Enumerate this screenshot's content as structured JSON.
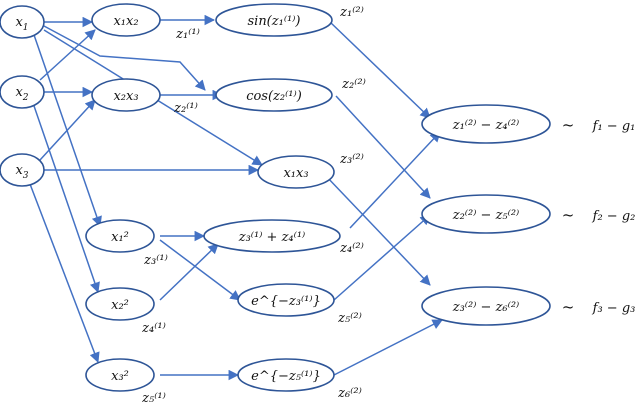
{
  "colors": {
    "node_stroke": "#2e5597",
    "edge": "#4472c4",
    "text": "#111111"
  },
  "inputs": [
    {
      "id": "x1",
      "base": "x",
      "sub": "1"
    },
    {
      "id": "x2",
      "base": "x",
      "sub": "2"
    },
    {
      "id": "x3",
      "base": "x",
      "sub": "3"
    }
  ],
  "layer1": [
    {
      "id": "x1x2",
      "text": "x₁x₂",
      "output": "z₁⁽¹⁾"
    },
    {
      "id": "x2x3",
      "text": "x₂x₃",
      "output": "z₂⁽¹⁾"
    },
    {
      "id": "x1sq",
      "text": "x₁²",
      "output": "z₃⁽¹⁾"
    },
    {
      "id": "x2sq",
      "text": "x₂²",
      "output": "z₄⁽¹⁾"
    },
    {
      "id": "x3sq",
      "text": "x₃²",
      "output": "z₅⁽¹⁾"
    }
  ],
  "layer2": [
    {
      "id": "sin",
      "text": "sin(z₁⁽¹⁾)",
      "output": "z₁⁽²⁾"
    },
    {
      "id": "cos",
      "text": "cos(z₂⁽¹⁾)",
      "output": "z₂⁽²⁾"
    },
    {
      "id": "x1x3",
      "text": "x₁x₃",
      "output": "z₃⁽²⁾"
    },
    {
      "id": "sum",
      "text": "z₃⁽¹⁾ + z₄⁽¹⁾",
      "output": "z₄⁽²⁾"
    },
    {
      "id": "exp3",
      "text": "e^{−z₃⁽¹⁾}",
      "output": "z₅⁽²⁾"
    },
    {
      "id": "exp5",
      "text": "e^{−z₅⁽¹⁾}",
      "output": "z₆⁽²⁾"
    }
  ],
  "layer3": [
    {
      "id": "d1",
      "text": "z₁⁽²⁾ − z₄⁽²⁾",
      "target": "f₁ − g₁"
    },
    {
      "id": "d2",
      "text": "z₂⁽²⁾ − z₅⁽²⁾",
      "target": "f₂ − g₂"
    },
    {
      "id": "d3",
      "text": "z₃⁽²⁾ − z₆⁽²⁾",
      "target": "f₃ − g₃"
    }
  ],
  "tilde": "~"
}
